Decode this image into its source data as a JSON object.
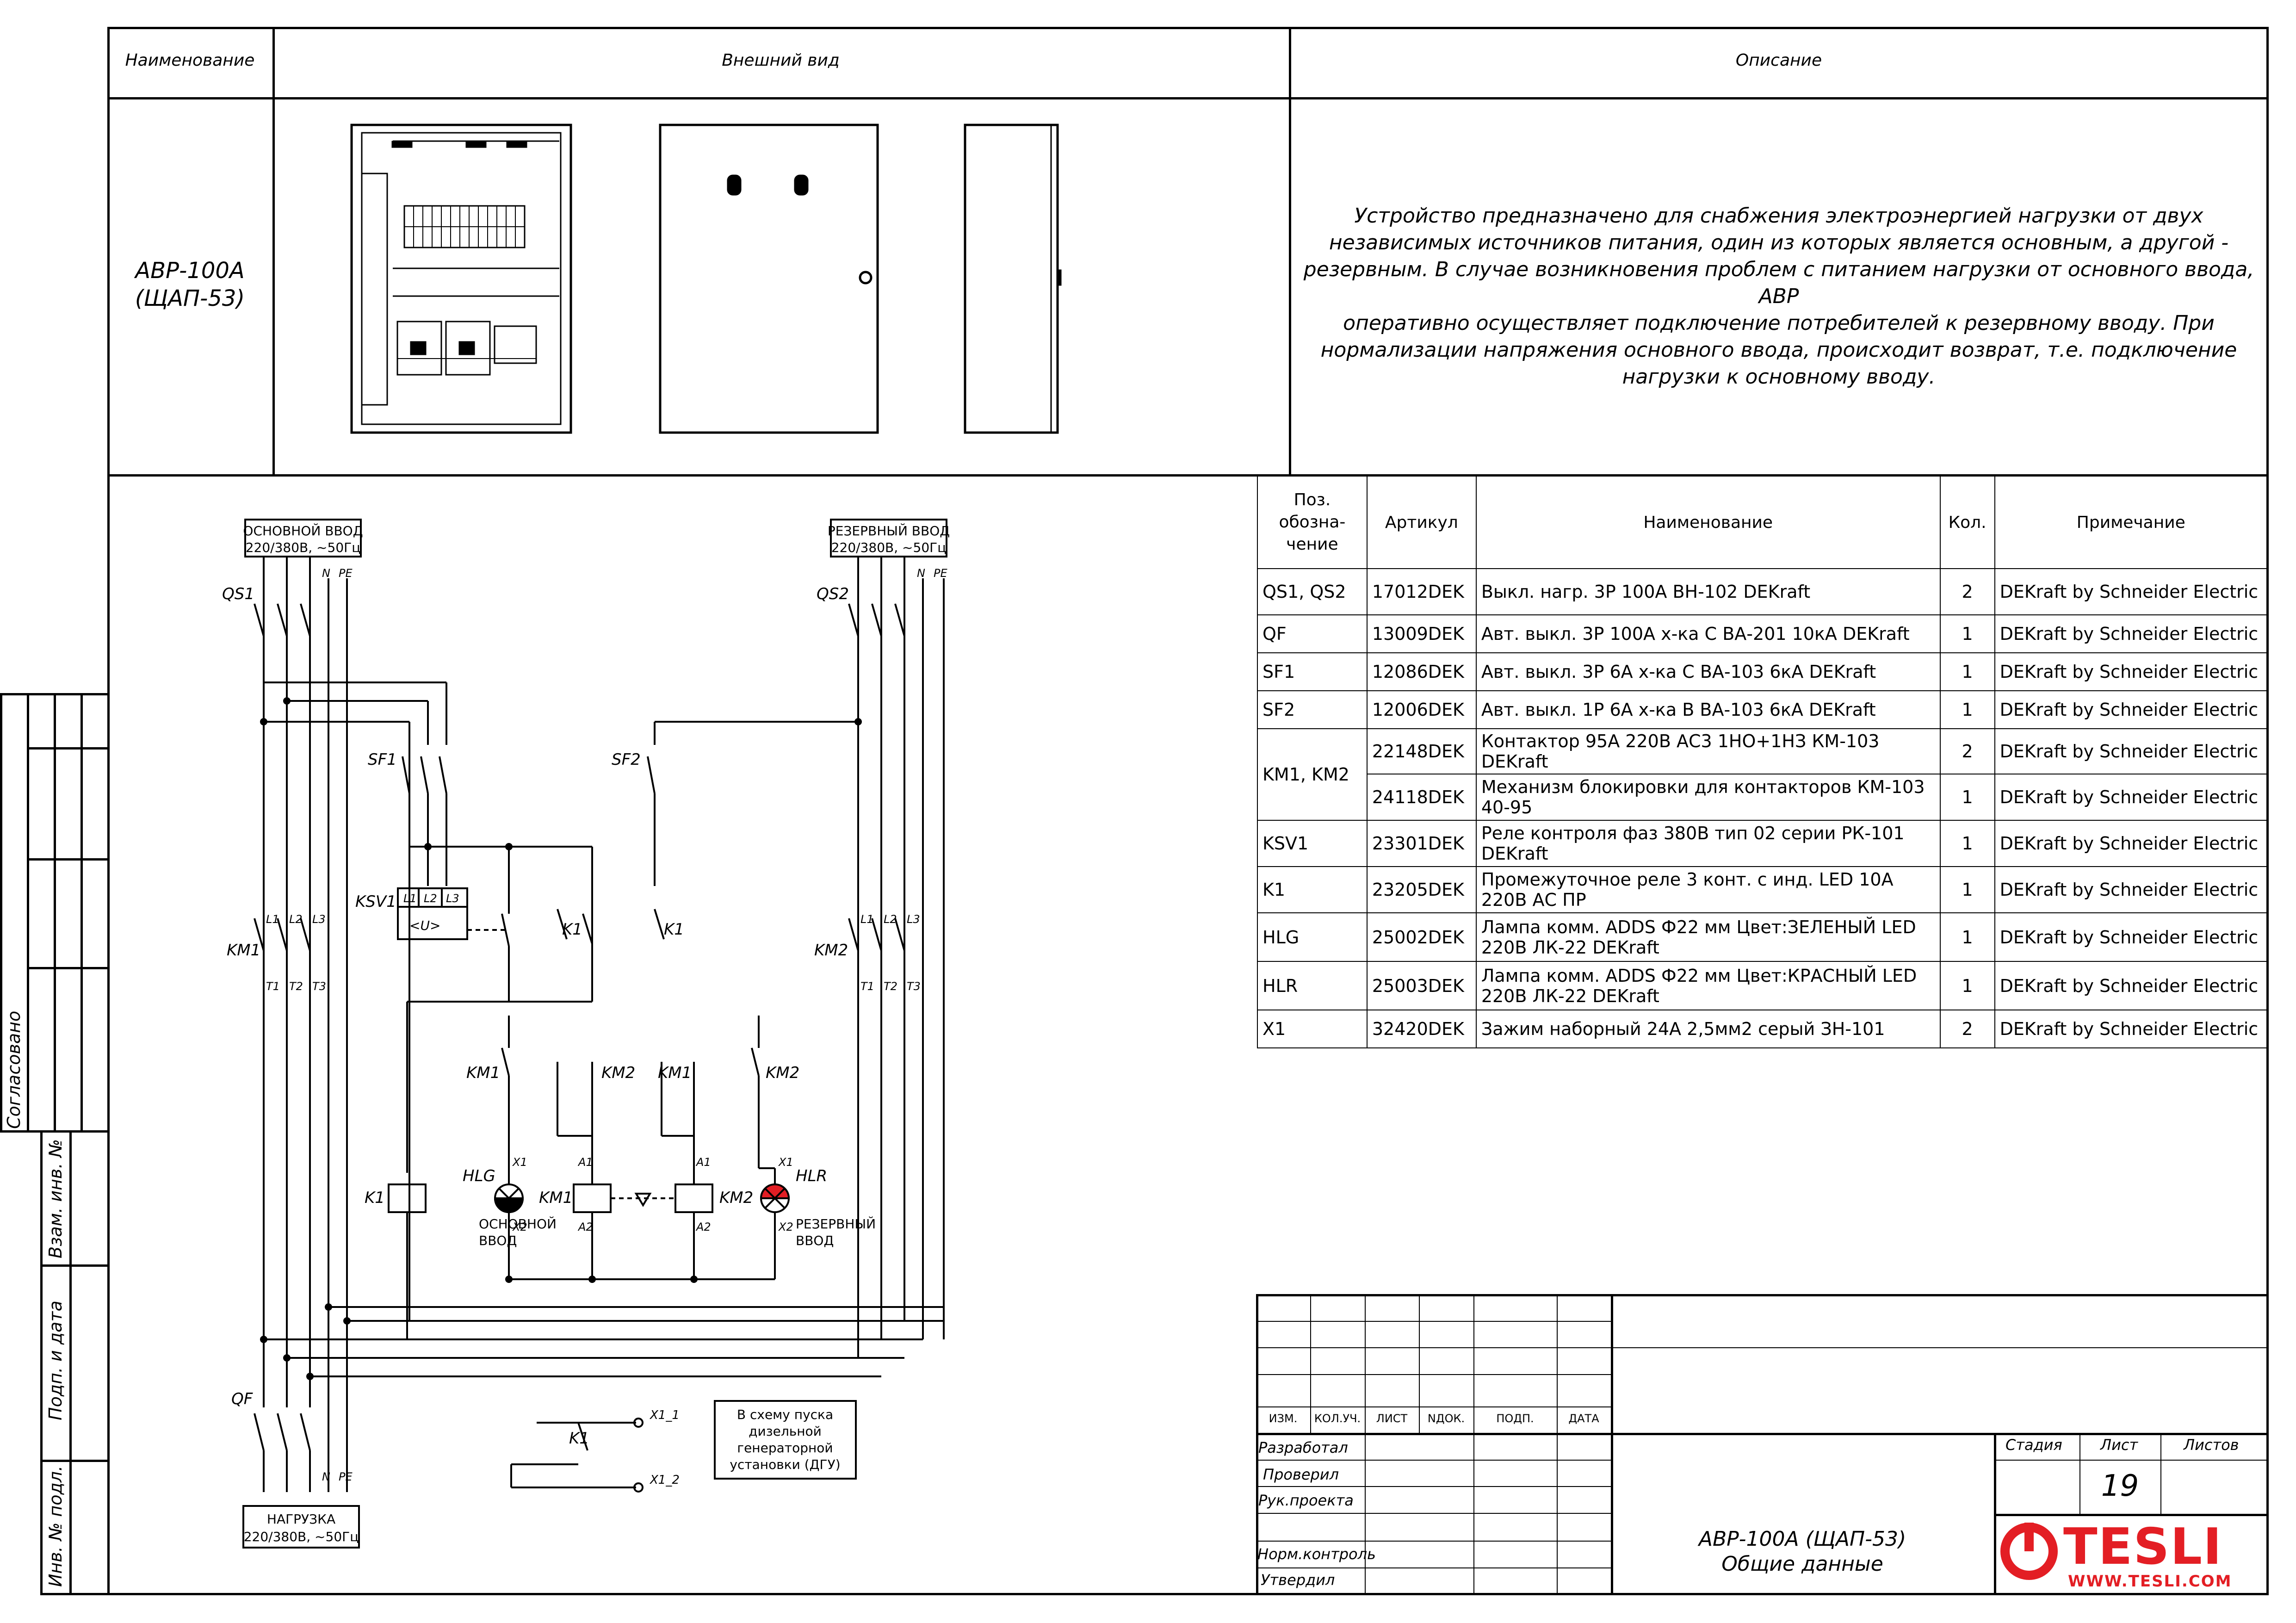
{
  "header": {
    "col_name": "Наименование",
    "col_view": "Внешний вид",
    "col_desc": "Описание"
  },
  "product": {
    "name_line1": "АВР-100А",
    "name_line2": "(ЩАП-53)",
    "description_lines": [
      "Устройство предназначено для снабжения электроэнергией нагрузки от двух",
      "независимых источников питания, один из которых является основным, а другой -",
      "резервным. В случае возникновения проблем с питанием нагрузки от основного ввода, АВР",
      "оперативно осуществляет подключение потребителей к резервному вводу. При",
      "нормализации напряжения основного ввода, происходит возврат, т.е. подключение",
      "нагрузки к основному вводу."
    ]
  },
  "bom": {
    "headers": [
      "Поз. обозна- чение",
      "Артикул",
      "Наименование",
      "Кол.",
      "Примечание"
    ],
    "rows": [
      {
        "pos": "QS1, QS2",
        "art": "17012DEK",
        "name": "Выкл. нагр. 3P 100А ВН-102 DEKraft",
        "qty": "2",
        "note": "DEKraft by Schneider Electric"
      },
      {
        "pos": "QF",
        "art": "13009DEK",
        "name": "Авт. выкл. 3P 100А х-ка C ВА-201 10кА DEKraft",
        "qty": "1",
        "note": "DEKraft by Schneider Electric"
      },
      {
        "pos": "SF1",
        "art": "12086DEK",
        "name": "Авт. выкл. 3P 6А х-ка C ВА-103 6кА DEKraft",
        "qty": "1",
        "note": "DEKraft by Schneider Electric"
      },
      {
        "pos": "SF2",
        "art": "12006DEK",
        "name": "Авт. выкл. 1P 6А х-ка B ВА-103 6кА DEKraft",
        "qty": "1",
        "note": "DEKraft by Schneider Electric"
      },
      {
        "pos": "KM1, KM2",
        "art": "22148DEK",
        "name": "Контактор 95А 220В АС3 1НО+1НЗ КМ-103 DEKraft",
        "qty": "2",
        "note": "DEKraft by Schneider Electric"
      },
      {
        "pos": "",
        "art": "24118DEK",
        "name": "Механизм блокировки для контакторов КМ-103 40-95",
        "qty": "1",
        "note": "DEKraft by Schneider Electric"
      },
      {
        "pos": "KSV1",
        "art": "23301DEK",
        "name": "Реле контроля фаз 380В тип 02 серии РК-101 DEKraft",
        "qty": "1",
        "note": "DEKraft by Schneider Electric"
      },
      {
        "pos": "K1",
        "art": "23205DEK",
        "name": "Промежуточное реле 3 конт. с инд. LED 10А 220В АС ПР",
        "qty": "1",
        "note": "DEKraft by Schneider Electric"
      },
      {
        "pos": "HLG",
        "art": "25002DEK",
        "name": "Лампа комм. ADDS Ф22 мм Цвет:ЗЕЛЕНЫЙ LED 220В ЛК-22 DEKraft",
        "qty": "1",
        "note": "DEKraft by Schneider Electric"
      },
      {
        "pos": "HLR",
        "art": "25003DEK",
        "name": "Лампа комм. ADDS Ф22 мм Цвет:КРАСНЫЙ LED 220В ЛК-22 DEKraft",
        "qty": "1",
        "note": "DEKraft by Schneider Electric"
      },
      {
        "pos": "X1",
        "art": "32420DEK",
        "name": "Зажим наборный 24А 2,5мм2 серый ЗН-101",
        "qty": "2",
        "note": "DEKraft by Schneider Electric"
      }
    ]
  },
  "schematic": {
    "main_input_l1": "ОСНОВНОЙ ВВОД",
    "main_input_l2": "220/380В, ~50Гц",
    "reserve_input_l1": "РЕЗЕРВНЫЙ ВВОД",
    "reserve_input_l2": "220/380В, ~50Гц",
    "load_l1": "НАГРУЗКА",
    "load_l2": "220/380В, ~50Гц",
    "dgu_l1": "В схему пуска",
    "dgu_l2": "дизельной",
    "dgu_l3": "генераторной",
    "dgu_l4": "установки (ДГУ)",
    "lamp_main_l1": "ОСНОВНОЙ",
    "lamp_main_l2": "ВВОД",
    "lamp_res_l1": "РЕЗЕРВНЫЙ",
    "lamp_res_l2": "ВВОД",
    "labels": {
      "qs1": "QS1",
      "qs2": "QS2",
      "sf1": "SF1",
      "sf2": "SF2",
      "ksv1": "KSV1",
      "ksv_u": "<U>",
      "km1": "KM1",
      "km2": "KM2",
      "k1": "K1",
      "qf": "QF",
      "hlg": "HLG",
      "hlr": "HLR",
      "x1_1": "X1_1",
      "x1_2": "X1_2",
      "n": "N",
      "pe": "PE",
      "l1": "L1",
      "l2": "L2",
      "l3": "L3",
      "t1": "T1",
      "t2": "T2",
      "t3": "T3",
      "a1": "A1",
      "a2": "A2",
      "x1": "X1",
      "x2": "X2"
    }
  },
  "side_stamp": {
    "agreed": "Согласовано",
    "inv_vzam": "Взам. инв. №",
    "sign_date": "Подп. и дата",
    "inv_orig": "Инв. № подл."
  },
  "title_block": {
    "col_izm": "ИЗМ.",
    "col_kolch": "КОЛ.УЧ.",
    "col_list": "ЛИСТ",
    "col_ndok": "NДОК.",
    "col_podp": "ПОДП.",
    "col_data": "ДАТА",
    "razrabotal": "Разработал",
    "proveril": "Проверил",
    "ruk": "Рук.проекта",
    "normkontrol": "Норм.контроль",
    "utverdil": "Утвердил",
    "stage": "Стадия",
    "sheet": "Лист",
    "sheets": "Листов",
    "sheet_no": "19",
    "doc_title_1": "АВР-100А (ЩАП-53)",
    "doc_title_2": "Общие данные",
    "logo_text": "TESLI",
    "logo_url": "WWW.TESLI.COM",
    "brand_red": "#e31e24"
  }
}
